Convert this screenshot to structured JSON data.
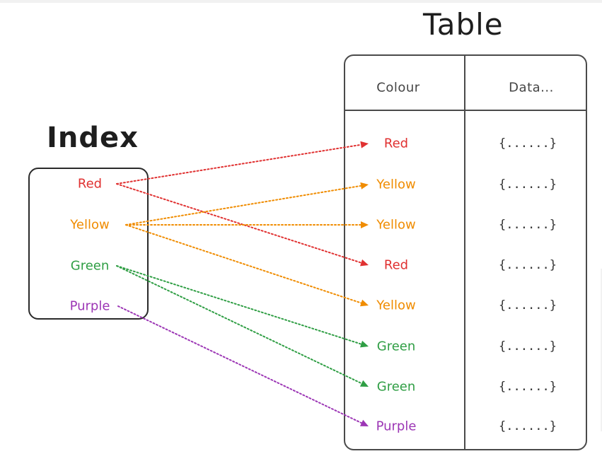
{
  "titles": {
    "table": "Table",
    "index": "Index"
  },
  "colors": {
    "Red": "#e03131",
    "Yellow": "#f08c00",
    "Green": "#2f9e44",
    "Purple": "#9c36b5",
    "outline": "#2a2a2a"
  },
  "index": {
    "items": [
      "Red",
      "Yellow",
      "Green",
      "Purple"
    ]
  },
  "table": {
    "headers": [
      "Colour",
      "Data..."
    ],
    "rows": [
      {
        "colour": "Red",
        "data": "{......}"
      },
      {
        "colour": "Yellow",
        "data": "{......}"
      },
      {
        "colour": "Yellow",
        "data": "{......}"
      },
      {
        "colour": "Red",
        "data": "{......}"
      },
      {
        "colour": "Yellow",
        "data": "{......}"
      },
      {
        "colour": "Green",
        "data": "{......}"
      },
      {
        "colour": "Green",
        "data": "{......}"
      },
      {
        "colour": "Purple",
        "data": "{......}"
      }
    ]
  },
  "links": [
    {
      "from": 0,
      "to": 0
    },
    {
      "from": 0,
      "to": 3
    },
    {
      "from": 1,
      "to": 1
    },
    {
      "from": 1,
      "to": 2
    },
    {
      "from": 1,
      "to": 4
    },
    {
      "from": 2,
      "to": 5
    },
    {
      "from": 2,
      "to": 6
    },
    {
      "from": 3,
      "to": 7
    }
  ]
}
